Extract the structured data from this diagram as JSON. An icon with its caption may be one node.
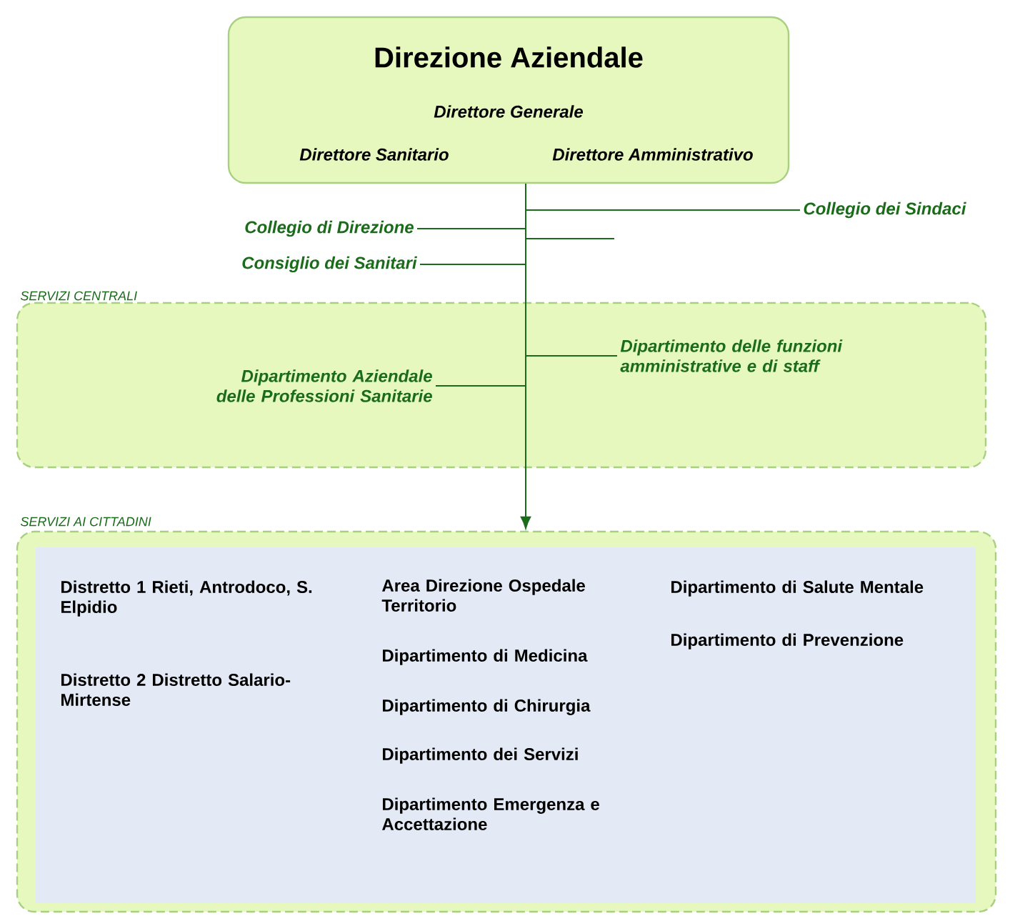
{
  "diagram": {
    "nodes": [
      {
        "text": [
          "Direzione Aziendale",
          "Direttore Generale",
          "Direttore Sanitario",
          "Direttore Amministrativo"
        ]
      },
      {
        "text": [
          "Collegio dei Sindaci"
        ]
      },
      {
        "text": [
          "Collegio di Direzione"
        ]
      },
      {
        "text": [
          "Consiglio dei Sanitari"
        ]
      },
      {
        "text": [
          "SERVIZI CENTRALI"
        ]
      },
      {
        "text": [
          "Dipartimento Aziendale delle Professioni Sanitarie"
        ],
        "in": 4
      },
      {
        "text": [
          "Dipartimento delle funzioni amministrative e di staff"
        ],
        "in": 4
      },
      {
        "text": [
          "SERVIZI AI CITTADINI",
          "Distretto 1 Rieti, Antrodoco, S. Elpidio",
          "Distretto 2 Distretto Salario-Mirtense",
          "Area Direzione Ospedale Territorio",
          "Dipartimento di Medicina",
          "Dipartimento di Chirurgia",
          "Dipartimento dei Servizi",
          "Dipartimento Emergenza e Accettazione",
          "Dipartimento di Salute Mentale",
          "Dipartimento di Prevenzione"
        ]
      }
    ],
    "edges": [
      {
        "from": 0,
        "to": 7,
        "arrow": "to"
      },
      {
        "from": 0,
        "to": 1,
        "arrow": "none"
      },
      {
        "from": 0,
        "to": 2,
        "arrow": "none"
      },
      {
        "from": 0,
        "to": 3,
        "arrow": "none"
      },
      {
        "from": 0,
        "to": 6,
        "arrow": "none"
      },
      {
        "from": 0,
        "to": 5,
        "arrow": "none"
      }
    ]
  }
}
